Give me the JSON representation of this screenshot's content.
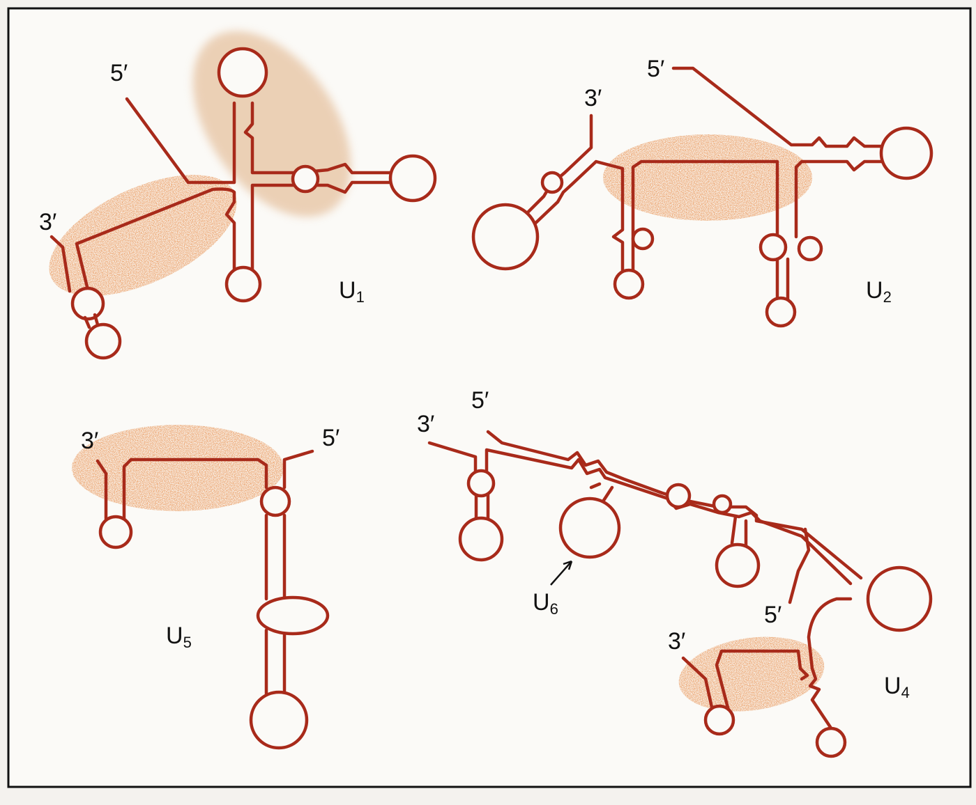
{
  "colors": {
    "rna": "#a82a1a",
    "shade_dense": "#d4581f",
    "shade_light": "#e2b58f",
    "frame": "#111111"
  },
  "molecules": {
    "u1": {
      "name_main": "U",
      "name_sub": "1",
      "five_prime": "5′",
      "three_prime": "3′"
    },
    "u2": {
      "name_main": "U",
      "name_sub": "2",
      "five_prime": "5′",
      "three_prime": "3′"
    },
    "u5": {
      "name_main": "U",
      "name_sub": "5",
      "five_prime": "5′",
      "three_prime": "3′"
    },
    "u6": {
      "name_main": "U",
      "name_sub": "6",
      "five_prime": "5′",
      "three_prime": "3′"
    },
    "u4": {
      "name_main": "U",
      "name_sub": "4",
      "five_prime": "5′",
      "three_prime": "3′"
    }
  }
}
